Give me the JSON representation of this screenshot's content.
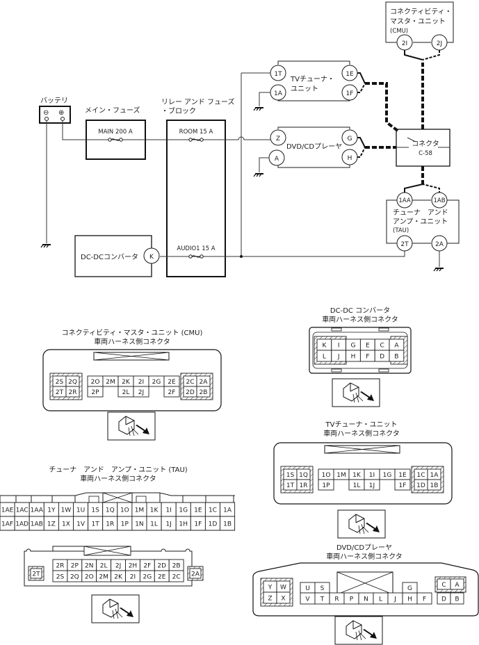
{
  "diagram": {
    "title": "Audio system wiring diagram with harness-side connectors",
    "components": {
      "battery": {
        "label": "バッテリ",
        "terminals": [
          "⊖",
          "⊕"
        ]
      },
      "main_fuse": {
        "label": "メイン・フューズ",
        "fuse": "MAIN 200 A"
      },
      "relay_fuse_block": {
        "label_line1": "リレー アンド フューズ",
        "label_line2": "・ブロック",
        "fuses": [
          "ROOM 15 A",
          "AUDIO1 15 A"
        ]
      },
      "dcdc": {
        "label": "DC-DCコンバータ",
        "pin": "K"
      },
      "tv_tuner": {
        "label_line1": "TVチューナ・",
        "label_line2": "ユニット",
        "pins_left": [
          "1T",
          "1A"
        ],
        "pins_right": [
          "1E",
          "1F"
        ]
      },
      "dvd": {
        "label": "DVD/CDプレーヤ",
        "pins_left": [
          "Z",
          "A"
        ],
        "pins_right": [
          "G",
          "H"
        ]
      },
      "connector_c58": {
        "label_line1": "コネクタ",
        "label_line2": "C-58"
      },
      "cmu": {
        "label_line1": "コネクティビティ・",
        "label_line2": "マスタ・ユニット",
        "label_line3": "(CMU)",
        "pins": [
          "2I",
          "2J"
        ]
      },
      "tau": {
        "label_line1": "チューナ　アンド",
        "label_line2": "アンプ・ユニット",
        "label_line3": "(TAU)",
        "pins_top": [
          "1AA",
          "1AB"
        ],
        "pins_bottom": [
          "2T",
          "2A"
        ]
      }
    },
    "connectors": {
      "cmu": {
        "title_line1": "コネクティビティ・マスタ・ユニット (CMU)",
        "title_line2": "車両ハーネス側コネクタ",
        "left_block": [
          [
            "2S",
            "2Q"
          ],
          [
            "2T",
            "2R"
          ]
        ],
        "middle_block": [
          [
            "2O",
            "2M",
            "2K",
            "2I",
            "2G",
            "2E"
          ],
          [
            "2P",
            "",
            "2L",
            "2J",
            "",
            "2F"
          ]
        ],
        "right_block": [
          [
            "2C",
            "2A"
          ],
          [
            "2D",
            "2B"
          ]
        ]
      },
      "dcdc": {
        "title_line1": "DC-DC コンバータ",
        "title_line2": "車両ハーネス側コネクタ",
        "rows": [
          [
            "K",
            "I",
            "G",
            "E",
            "C",
            "A"
          ],
          [
            "L",
            "J",
            "H",
            "F",
            "D",
            "B"
          ]
        ]
      },
      "tv_tuner": {
        "title_line1": "TVチューナ・ユニット",
        "title_line2": "車両ハーネス側コネクタ",
        "left_block": [
          [
            "1S",
            "1Q"
          ],
          [
            "1T",
            "1R"
          ]
        ],
        "middle_block": [
          [
            "1O",
            "1M",
            "1K",
            "1I",
            "1G",
            "1E"
          ],
          [
            "1P",
            "",
            "1L",
            "1J",
            "",
            "1F"
          ]
        ],
        "right_block": [
          [
            "1C",
            "1A"
          ],
          [
            "1D",
            "1B"
          ]
        ]
      },
      "tau_1": {
        "title_line1": "チューナ　アンド　アンプ・ユニット (TAU)",
        "title_line2": "車両ハーネス側コネクタ",
        "rows": [
          [
            "1AE",
            "1AC",
            "1AA",
            "1Y",
            "1W",
            "1U",
            "1S",
            "1Q",
            "1O",
            "1M",
            "1K",
            "1I",
            "1G",
            "1E",
            "1C",
            "1A"
          ],
          [
            "1AF",
            "1AD",
            "1AB",
            "1Z",
            "1X",
            "1V",
            "1T",
            "1R",
            "1P",
            "1N",
            "1L",
            "1J",
            "1H",
            "1F",
            "1D",
            "1B"
          ]
        ]
      },
      "tau_2": {
        "left_pin": "2T",
        "rows": [
          [
            "2R",
            "2P",
            "2N",
            "2L",
            "2J",
            "2H",
            "2F",
            "2D",
            "2B"
          ],
          [
            "2S",
            "2Q",
            "2O",
            "2M",
            "2K",
            "2I",
            "2G",
            "2E",
            "2C"
          ]
        ],
        "right_pin": "2A"
      },
      "dvd": {
        "title_line1": "DVD/CDプレーヤ",
        "title_line2": "車両ハーネス側コネクタ",
        "left_block": [
          [
            "Y",
            "W"
          ],
          [
            "Z",
            "X"
          ]
        ],
        "top_pins": [
          "U",
          "S"
        ],
        "bottom_row": [
          "V",
          "T",
          "R",
          "P",
          "N",
          "L",
          "J",
          "H",
          "F"
        ],
        "g_pin": "G",
        "right_block_top": [
          "C",
          "A"
        ],
        "right_block_bottom": [
          "D",
          "B"
        ]
      }
    }
  }
}
